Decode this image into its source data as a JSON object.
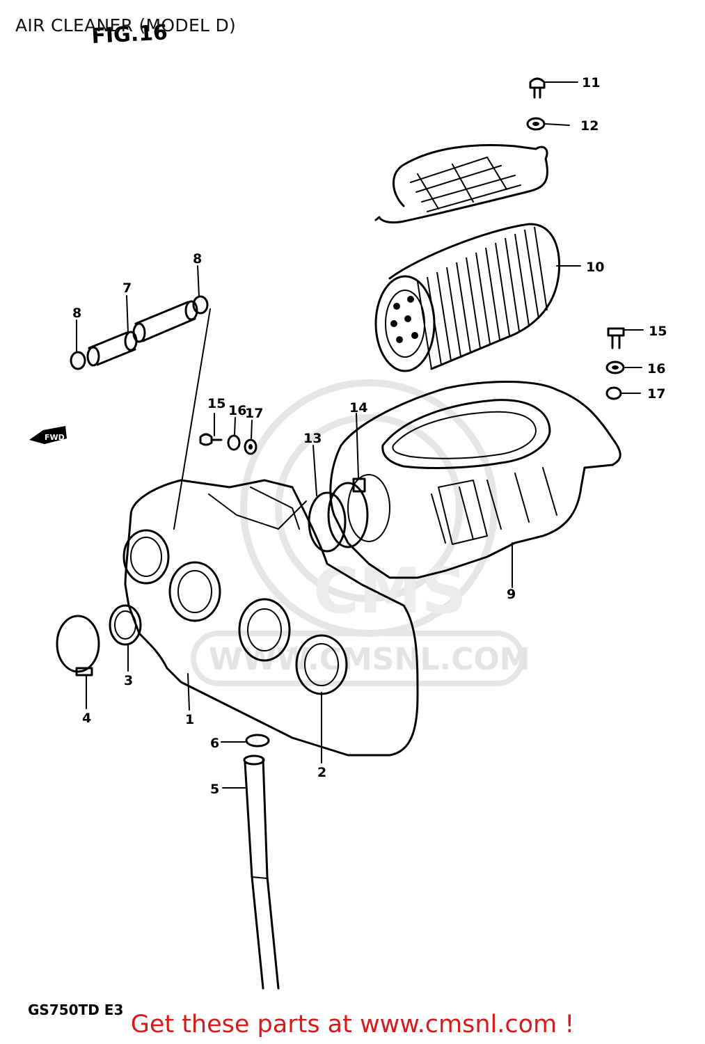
{
  "header": {
    "title": "AIR CLEANER (MODEL D)",
    "fig_label": "FIG.16"
  },
  "model_code": "GS750TD E3",
  "fwd_label": "FWD",
  "watermark": {
    "text1": "CMS",
    "text2": "WWW.CMSNL.COM"
  },
  "callouts": [
    {
      "id": "1",
      "label": "1"
    },
    {
      "id": "2",
      "label": "2"
    },
    {
      "id": "3",
      "label": "3"
    },
    {
      "id": "4",
      "label": "4"
    },
    {
      "id": "5",
      "label": "5"
    },
    {
      "id": "6",
      "label": "6"
    },
    {
      "id": "7",
      "label": "7"
    },
    {
      "id": "8a",
      "label": "8"
    },
    {
      "id": "8b",
      "label": "8"
    },
    {
      "id": "9",
      "label": "9"
    },
    {
      "id": "10",
      "label": "10"
    },
    {
      "id": "11",
      "label": "11"
    },
    {
      "id": "12",
      "label": "12"
    },
    {
      "id": "13",
      "label": "13"
    },
    {
      "id": "14",
      "label": "14"
    },
    {
      "id": "15a",
      "label": "15"
    },
    {
      "id": "16a",
      "label": "16"
    },
    {
      "id": "17a",
      "label": "17"
    },
    {
      "id": "15b",
      "label": "15"
    },
    {
      "id": "16b",
      "label": "16"
    },
    {
      "id": "17b",
      "label": "17"
    }
  ],
  "footer": {
    "text": "Get these parts at www.cmsnl.com !",
    "color": "#d81a1a"
  }
}
